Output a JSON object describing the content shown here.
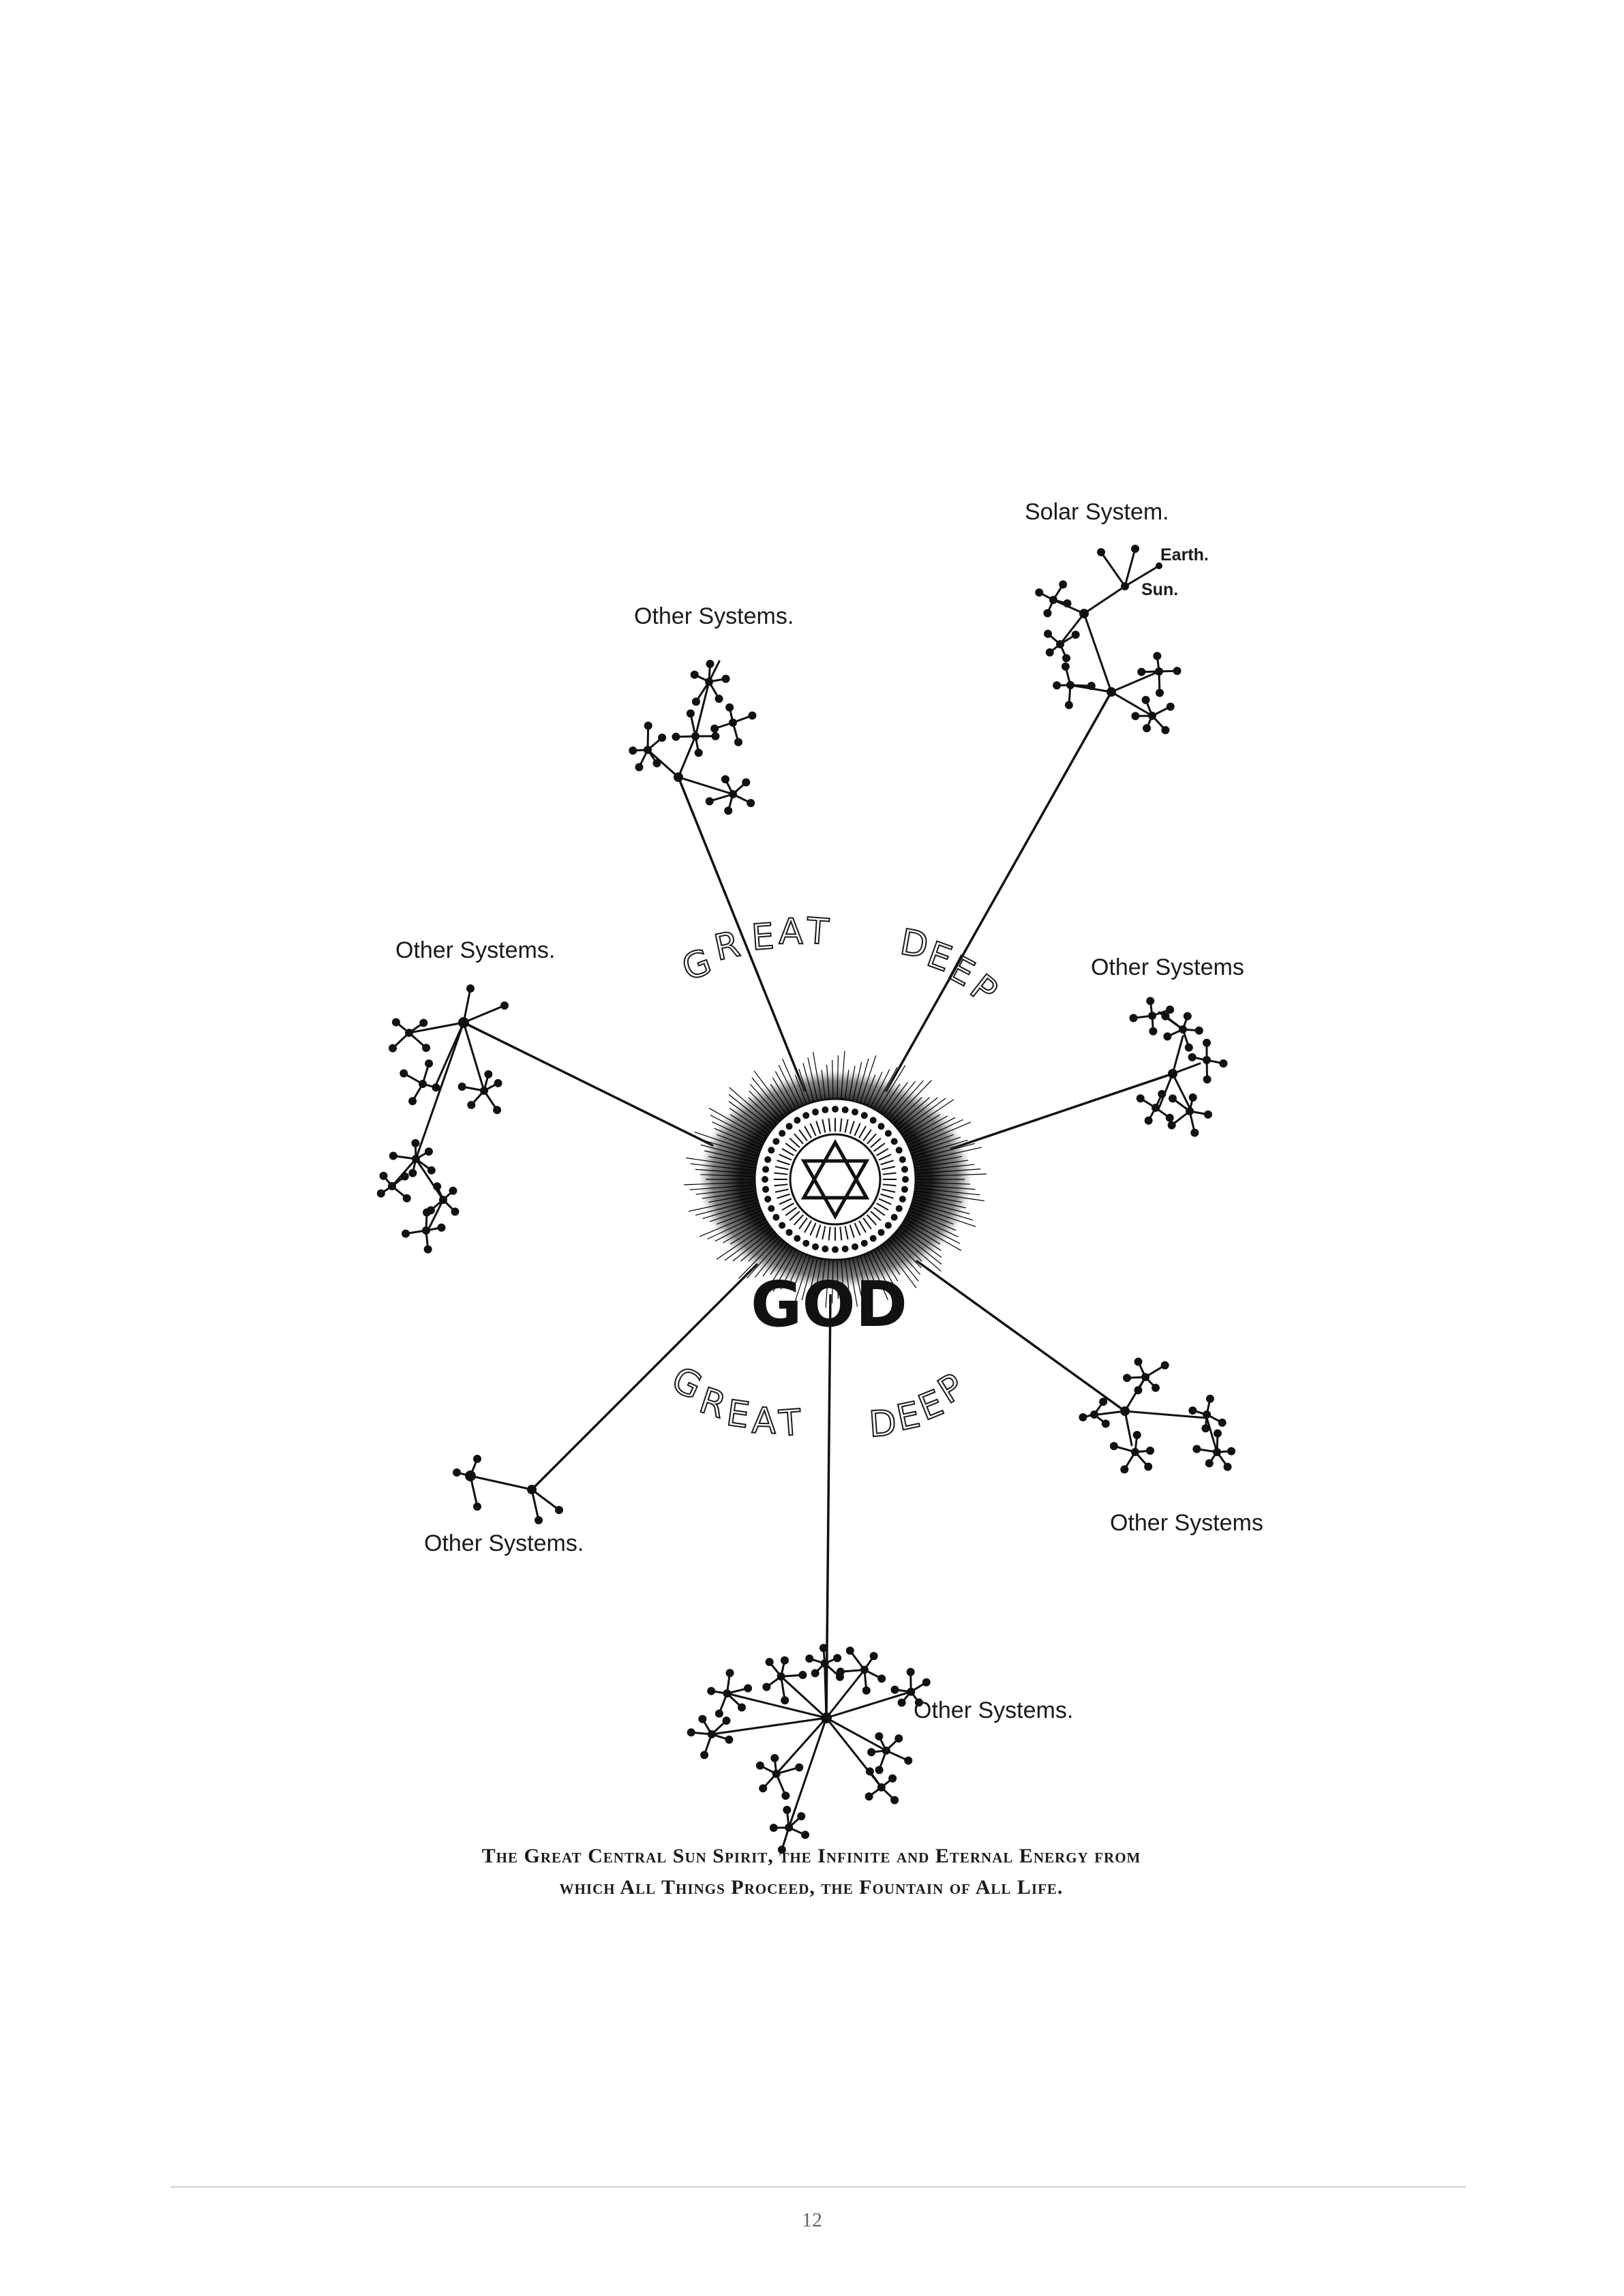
{
  "diagram": {
    "center_label": "GOD",
    "deep_upper": [
      "GREAT",
      "DEEP"
    ],
    "deep_lower": [
      "GREAT",
      "DEEP"
    ],
    "systems": {
      "solar": "Solar System.",
      "earth": "Earth.",
      "sun": "Sun.",
      "upper_left": "Other Systems.",
      "left": "Other Systems.",
      "right_upper": "Other Systems",
      "right_lower": "Other Systems",
      "lower_left": "Other Systems.",
      "bottom": "Other Systems."
    }
  },
  "caption": {
    "line1": "The Great Central Sun Spirit, the Infinite and Eternal Energy from",
    "line2": "which All Things Proceed, the Fountain of All Life."
  },
  "page_number": "12",
  "colors": {
    "ink": "#111111",
    "rule": "#cfcfcf",
    "page_number": "#666666"
  }
}
